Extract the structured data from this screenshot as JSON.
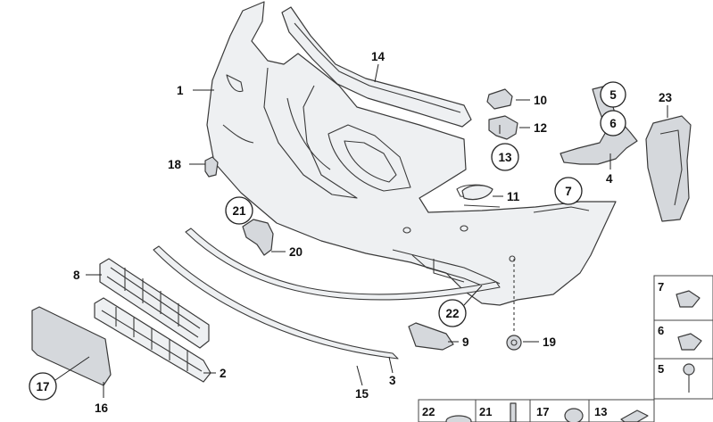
{
  "callouts": [
    {
      "id": "c1",
      "text": "1"
    },
    {
      "id": "c2",
      "text": "2"
    },
    {
      "id": "c3",
      "text": "3"
    },
    {
      "id": "c4",
      "text": "4"
    },
    {
      "id": "c5",
      "text": "5"
    },
    {
      "id": "c6",
      "text": "6"
    },
    {
      "id": "c7",
      "text": "7"
    },
    {
      "id": "c8",
      "text": "8"
    },
    {
      "id": "c9",
      "text": "9"
    },
    {
      "id": "c10",
      "text": "10"
    },
    {
      "id": "c11",
      "text": "11"
    },
    {
      "id": "c12",
      "text": "12"
    },
    {
      "id": "c13",
      "text": "13"
    },
    {
      "id": "c14",
      "text": "14"
    },
    {
      "id": "c15",
      "text": "15"
    },
    {
      "id": "c16",
      "text": "16"
    },
    {
      "id": "c17",
      "text": "17"
    },
    {
      "id": "c18",
      "text": "18"
    },
    {
      "id": "c19",
      "text": "19"
    },
    {
      "id": "c20",
      "text": "20"
    },
    {
      "id": "c21",
      "text": "21"
    },
    {
      "id": "c22",
      "text": "22"
    },
    {
      "id": "c23",
      "text": "23"
    }
  ],
  "legend": {
    "right_column": [
      "7",
      "6",
      "5"
    ],
    "bottom_row": [
      "22",
      "21",
      "17",
      "13"
    ]
  }
}
